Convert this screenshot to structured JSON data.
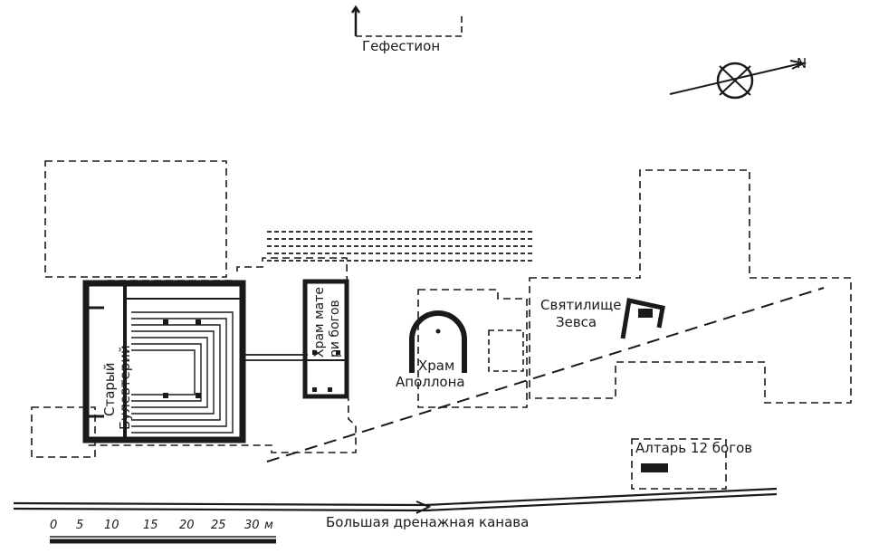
{
  "labels": {
    "hephaisteion": "Гефестион",
    "old_bouleuterion_line1": "Старый",
    "old_bouleuterion_line2": "Булевтерий",
    "mother_temple_line1": "Храм мате",
    "mother_temple_line2": "ри богов",
    "apollo_line1": "Храм",
    "apollo_line2": "Аполлона",
    "zeus_line1": "Святилище",
    "zeus_line2": "Зевса",
    "altar": "Алтарь 12 богов",
    "drain": "Большая дренажная канава",
    "north": "N"
  },
  "scale": {
    "ticks": [
      "0",
      "5",
      "10",
      "15",
      "20",
      "25",
      "30"
    ],
    "unit": "м"
  },
  "colors": {
    "ink": "#1a1a1a",
    "paper": "#ffffff"
  }
}
